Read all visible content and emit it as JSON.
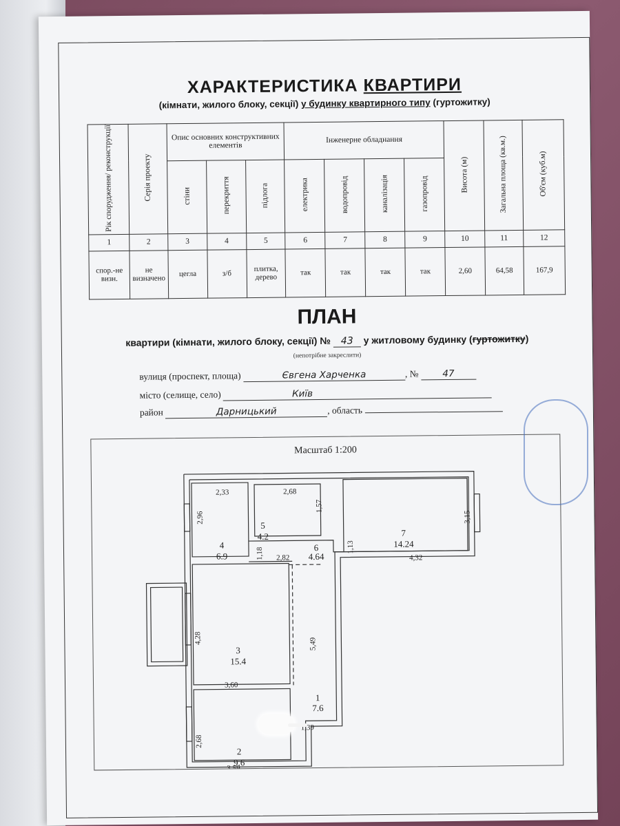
{
  "header": {
    "title_plain": "ХАРАКТЕРИСТИКА ",
    "title_underlined": "КВАРТИРИ",
    "subtitle_plain": "(кімнати, жилого блоку, секції) ",
    "subtitle_underlined": " у будинку квартирного типу",
    "subtitle_tail": " (гуртожитку)"
  },
  "table": {
    "group_headers": {
      "construction": "Опис основних конструктивних елементів",
      "engineering": "Інженерне обладнання"
    },
    "columns": [
      "Рік спорудження/ реконструкції",
      "Серія проекту",
      "стіни",
      "перекриття",
      "підлога",
      "електрика",
      "водопровід",
      "каналізація",
      "газопровід",
      "Висота (м)",
      "Загальна площа (кв.м.)",
      "Об'єм (куб.м)"
    ],
    "numbers": [
      "1",
      "2",
      "3",
      "4",
      "5",
      "6",
      "7",
      "8",
      "9",
      "10",
      "11",
      "12"
    ],
    "values": [
      "спор.-не визн.",
      "не визначено",
      "цегла",
      "з/б",
      "плитка, дерево",
      "так",
      "так",
      "так",
      "так",
      "2,60",
      "64,58",
      "167,9"
    ]
  },
  "plan": {
    "title": "ПЛАН",
    "line_part1": "квартири (кімнати, жилого блоку, секції) №",
    "apartment_number": "43",
    "line_part2": "у житловому будинку (",
    "line_struck": "гуртожитку",
    "line_part3": ")",
    "note": "(непотрібне закреслити)"
  },
  "address": {
    "street_label": "вулиця (проспект, площа)",
    "street_value": "Євгена Харченка",
    "number_label": ", №",
    "number_value": "47",
    "city_label": "місто (селище, село)",
    "city_value": "Київ",
    "district_label": "район",
    "district_value": "Дарницький",
    "region_label": ", область",
    "region_value": ""
  },
  "drawing": {
    "scale": "Масштаб 1:200",
    "rooms": [
      {
        "num": "1",
        "area": "7.6"
      },
      {
        "num": "2",
        "area": "9.6"
      },
      {
        "num": "3",
        "area": "15.4"
      },
      {
        "num": "4",
        "area": "6.9"
      },
      {
        "num": "5",
        "area": "4.2"
      },
      {
        "num": "6",
        "area": "4.64"
      },
      {
        "num": "7",
        "area": "14.24"
      }
    ],
    "dimensions": {
      "r4_width": "2,33",
      "r4_height": "2,96",
      "r5_width": "2,68",
      "r5_height": "1,57",
      "r7_height": "3,15",
      "r7_width": "4,32",
      "r6_width": "2,82",
      "r6_h1": "1,18",
      "r6_h2": "1,13",
      "r3_height": "4,28",
      "r3_width": "3,60",
      "r1_height": "5,49",
      "r1_width": "1,39",
      "r2_height": "2,68",
      "r2_width": "3,59"
    }
  }
}
